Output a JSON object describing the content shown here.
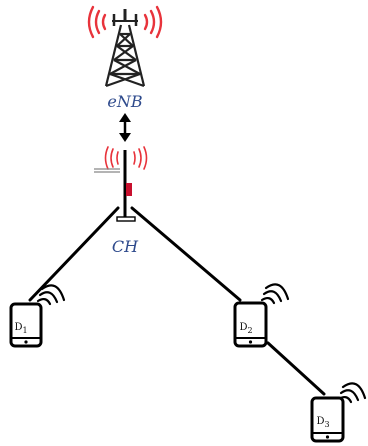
{
  "labels": {
    "enb": "eNB",
    "ch": "CH"
  },
  "devices": [
    {
      "main": "D",
      "sub": "1"
    },
    {
      "main": "D",
      "sub": "2"
    },
    {
      "main": "D",
      "sub": "3"
    }
  ],
  "colors": {
    "signal": "#e8333b",
    "label": "#2e4a8c",
    "line": "#000000",
    "ch_antenna": "#c8102e"
  },
  "icons": [
    "cell-tower-icon",
    "signal-waves-icon",
    "bidirectional-arrow-icon",
    "cluster-head-antenna-icon",
    "phone-icon"
  ]
}
